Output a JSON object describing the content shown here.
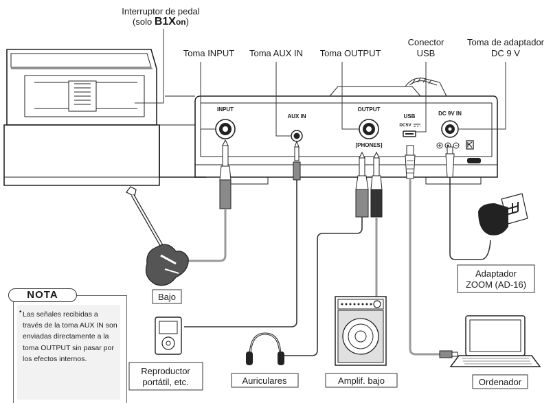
{
  "labels": {
    "pedal_switch_line1": "Interruptor de pedal",
    "pedal_switch_line2_prefix": "(solo ",
    "pedal_switch_model": "B1X",
    "pedal_switch_model_suffix": "on",
    "pedal_switch_line2_close": ")",
    "input_jack": "Toma INPUT",
    "aux_jack": "Toma AUX IN",
    "output_jack": "Toma OUTPUT",
    "usb_line1": "Conector",
    "usb_line2": "USB",
    "dc_line1": "Toma de adaptador",
    "dc_line2": "DC 9 V"
  },
  "panel": {
    "input": "INPUT",
    "aux_in": "AUX IN",
    "output": "OUTPUT",
    "phones": "[PHONES]",
    "usb": "USB",
    "dc5v": "DC5V",
    "dc9v": "DC 9V IN"
  },
  "devices": {
    "bass": "Bajo",
    "player_line1": "Reproductor",
    "player_line2": "portátil, etc.",
    "headphones": "Auriculares",
    "amp": "Amplif. bajo",
    "computer": "Ordenador",
    "adapter_line1": "Adaptador",
    "adapter_line2": "ZOOM (AD-16)"
  },
  "note": {
    "title": "NOTA",
    "bullet": "•",
    "text": "Las señales recibidas a través de la toma AUX IN son enviadas directamente a la toma OUTPUT sin pasar por los efectos internos."
  },
  "colors": {
    "cable_gray": "#9a9a9a",
    "plug_gray": "#8a8a8a",
    "plug_dark": "#333333",
    "note_bg": "#f2f2f2"
  }
}
